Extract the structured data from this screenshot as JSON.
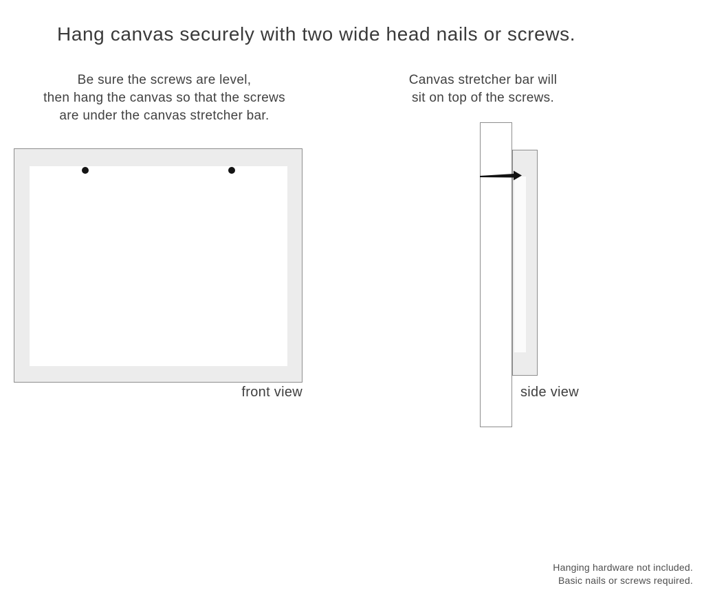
{
  "page": {
    "title": "Hang canvas securely with two wide head nails or screws."
  },
  "instructions": {
    "front": {
      "lines": [
        "Be sure the screws are level,",
        "then hang the canvas so that the screws",
        "are under the canvas stretcher bar."
      ]
    },
    "side": {
      "lines": [
        "Canvas stretcher bar will",
        "sit on top of the screws."
      ]
    }
  },
  "diagrams": {
    "front_view": {
      "label": "front view",
      "nail_count": 2
    },
    "side_view": {
      "label": "side view",
      "nail_count": 1
    }
  },
  "footer": {
    "lines": [
      "Hanging hardware not included.",
      "Basic nails or screws required."
    ]
  },
  "colors": {
    "canvas_frame_fill": "#ececec",
    "canvas_frame_border": "#8d8d8d",
    "canvas_inner_fill": "#ffffff",
    "nail": "#111111",
    "title_text": "#3a3a3a",
    "body_text": "#414141",
    "footer_text": "#4e4e4e",
    "background": "#ffffff"
  }
}
